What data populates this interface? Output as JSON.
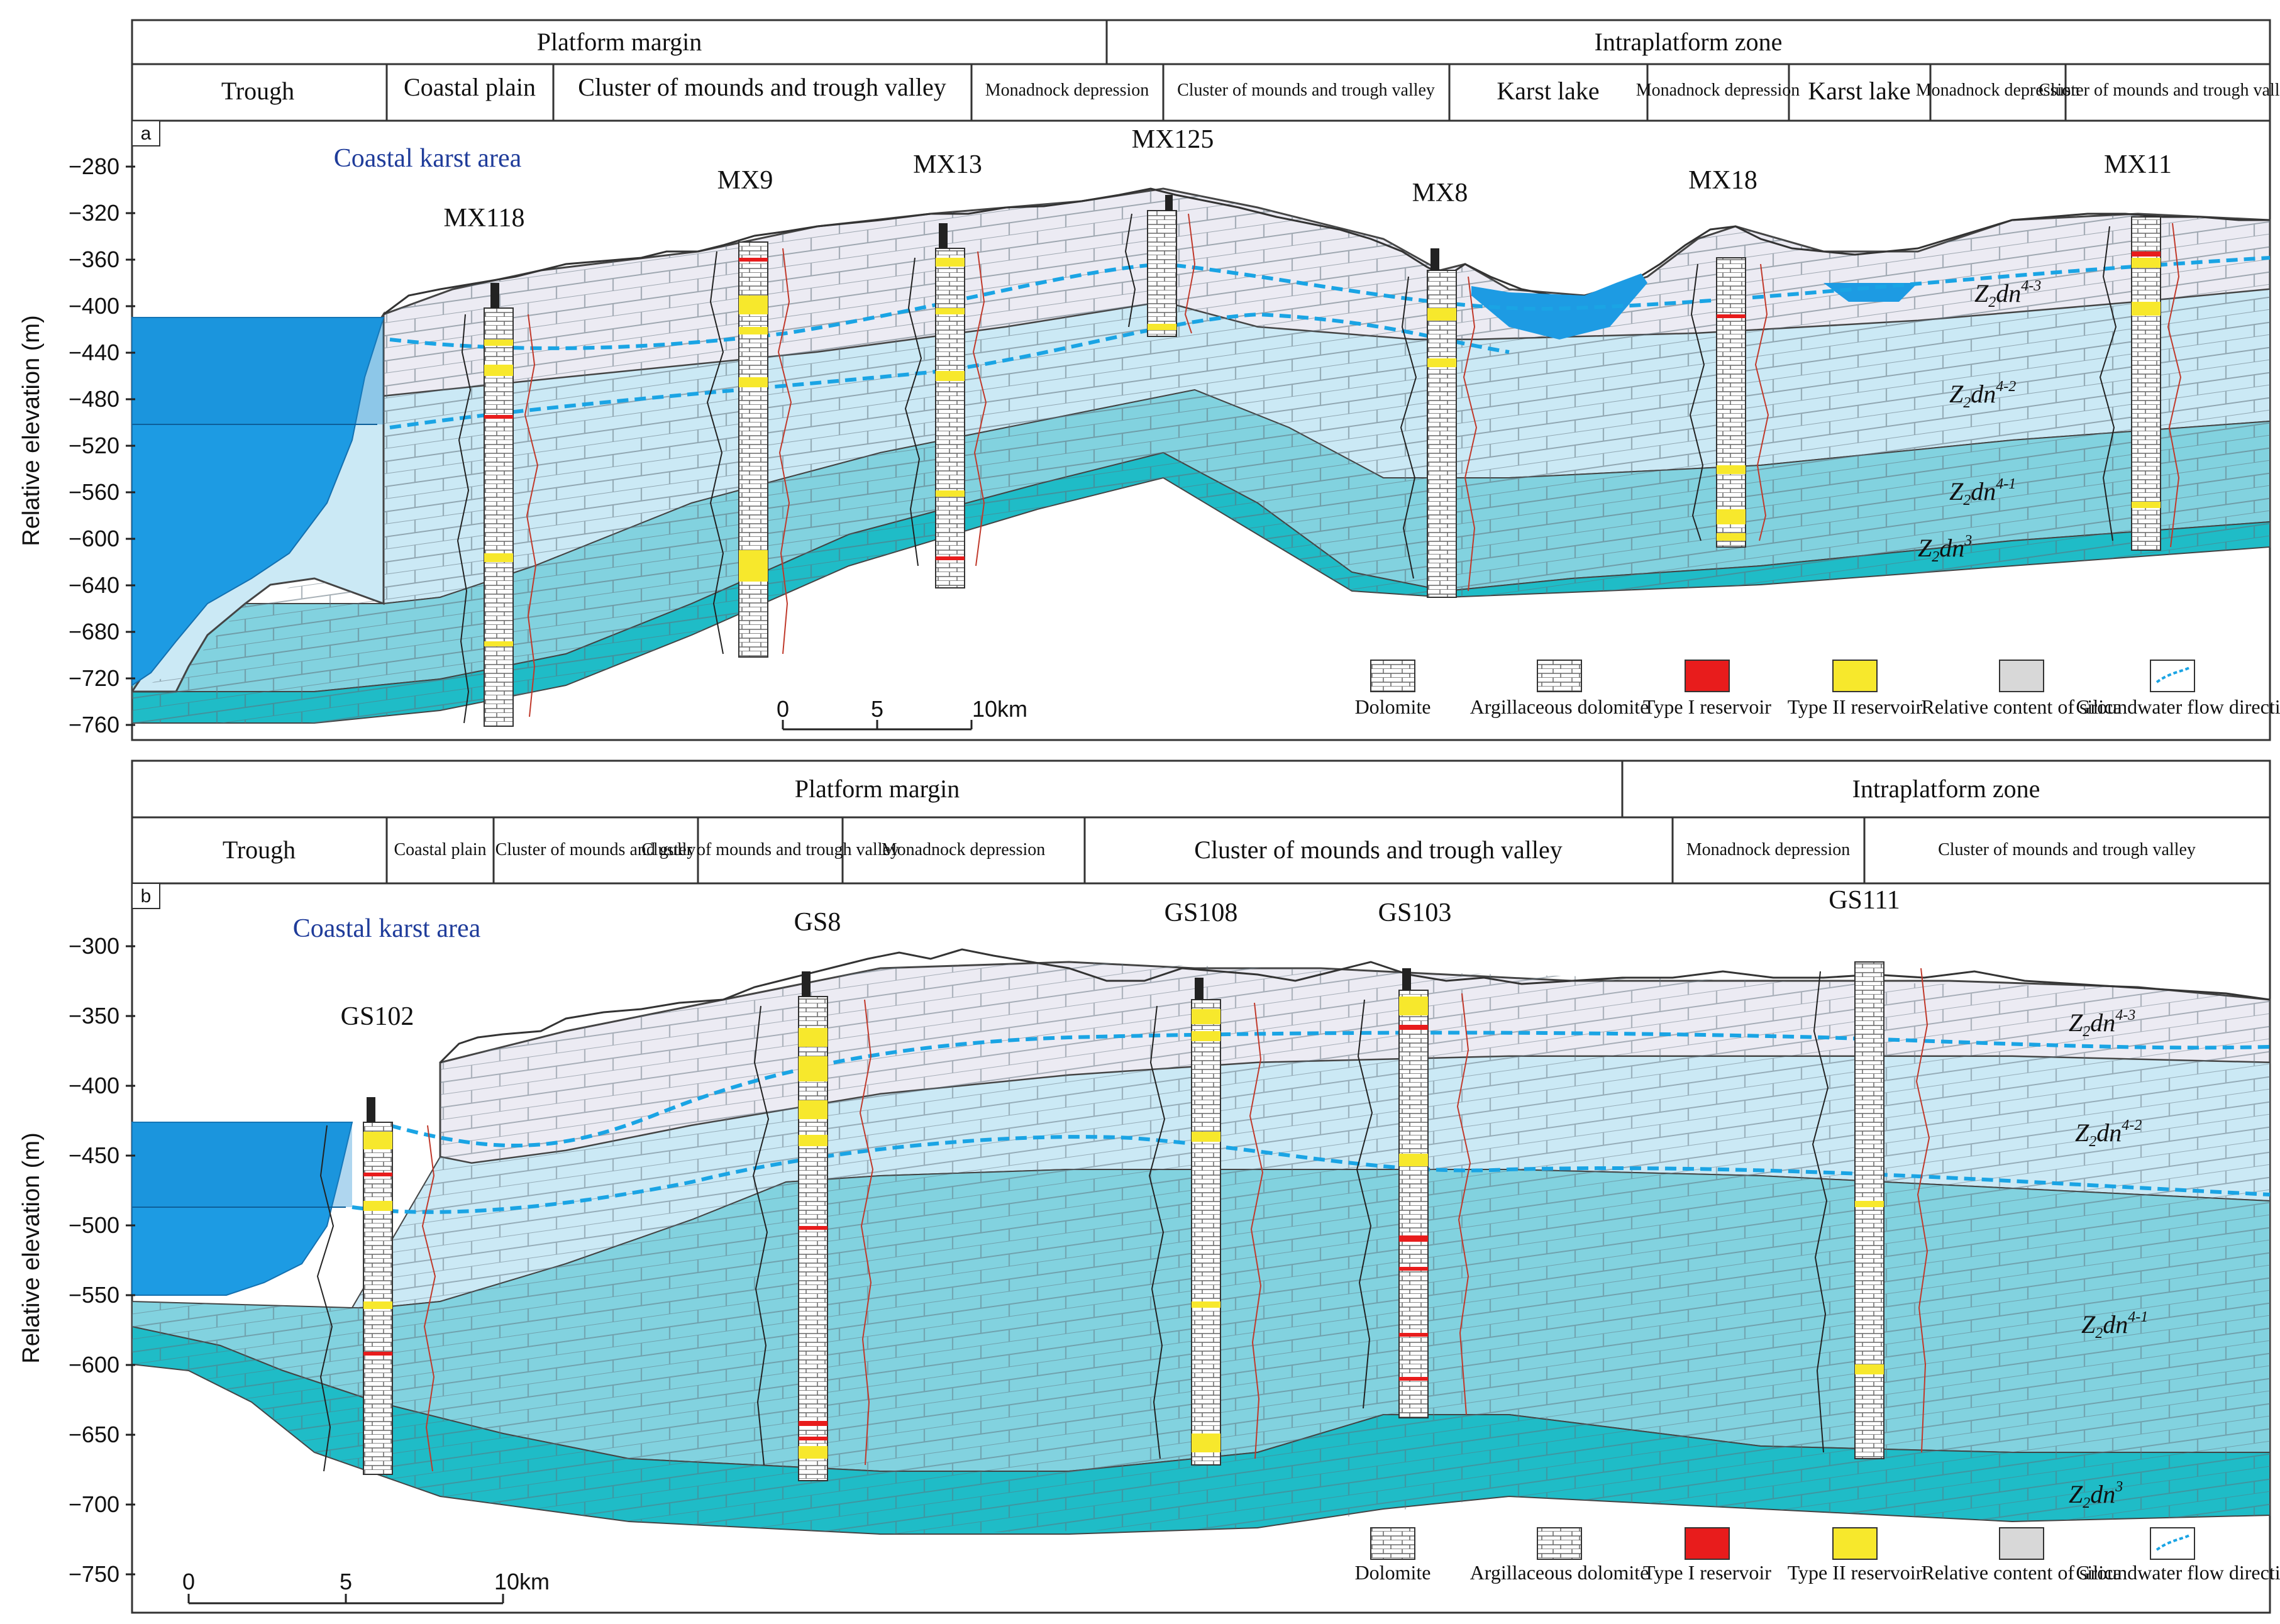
{
  "panels": [
    {
      "id": "a",
      "header_top": [
        "Platform margin",
        "Intraplatform zone"
      ],
      "header_sub": [
        "Trough",
        "Coastal plain",
        "Cluster of mounds and trough valley",
        "Monadnock depression",
        "Cluster of mounds and trough valley",
        "Karst lake",
        "Monadnock depression",
        "Karst lake",
        "Monadnock depression",
        "Cluster of mounds and trough valley"
      ],
      "area_label": "Coastal karst area",
      "axis_label": "Relative elevation (m)",
      "ticks": [
        "-280",
        "-320",
        "-360",
        "-400",
        "-440",
        "-480",
        "-520",
        "-560",
        "-600",
        "-640",
        "-680",
        "-720",
        "-760"
      ],
      "wells": [
        "MX118",
        "MX9",
        "MX13",
        "MX125",
        "MX8",
        "MX18",
        "MX11"
      ],
      "layers": [
        "Z2dn4-3",
        "Z2dn4-2",
        "Z2dn4-1",
        "Z2dn3"
      ],
      "scale": [
        "0",
        "5",
        "10km"
      ]
    },
    {
      "id": "b",
      "header_top": [
        "Platform margin",
        "Intraplatform zone"
      ],
      "header_sub": [
        "Trough",
        "Coastal plain",
        "Cluster of mounds and gully",
        "Cluster of mounds and trough valley",
        "Monadnock depression",
        "Cluster of mounds and trough valley",
        "Monadnock depression",
        "Cluster of mounds and trough valley"
      ],
      "area_label": "Coastal karst area",
      "axis_label": "Relative elevation (m)",
      "ticks": [
        "-300",
        "-350",
        "-400",
        "-450",
        "-500",
        "-550",
        "-600",
        "-650",
        "-700",
        "-750"
      ],
      "wells": [
        "GS102",
        "GS8",
        "GS108",
        "GS103",
        "GS111"
      ],
      "layers": [
        "Z2dn4-3",
        "Z2dn4-2",
        "Z2dn4-1",
        "Z2dn3"
      ],
      "scale": [
        "0",
        "5",
        "10km"
      ]
    }
  ],
  "legend": [
    "Dolomite",
    "Argillaceous dolomite",
    "Type I reservoir",
    "Type II reservoir",
    "Relative content of silica",
    "Groundwater flow direction"
  ],
  "colors": {
    "layer_4_3": "#ecebf3",
    "layer_4_2": "#cbe9f5",
    "layer_4_1": "#82d2df",
    "layer_3": "#1fbcc7",
    "water": "#1d9be3",
    "type1": "#e81c1c",
    "type2": "#f7e82c",
    "flow": "#1aa4e4",
    "area_text": "#1f3c9a"
  }
}
